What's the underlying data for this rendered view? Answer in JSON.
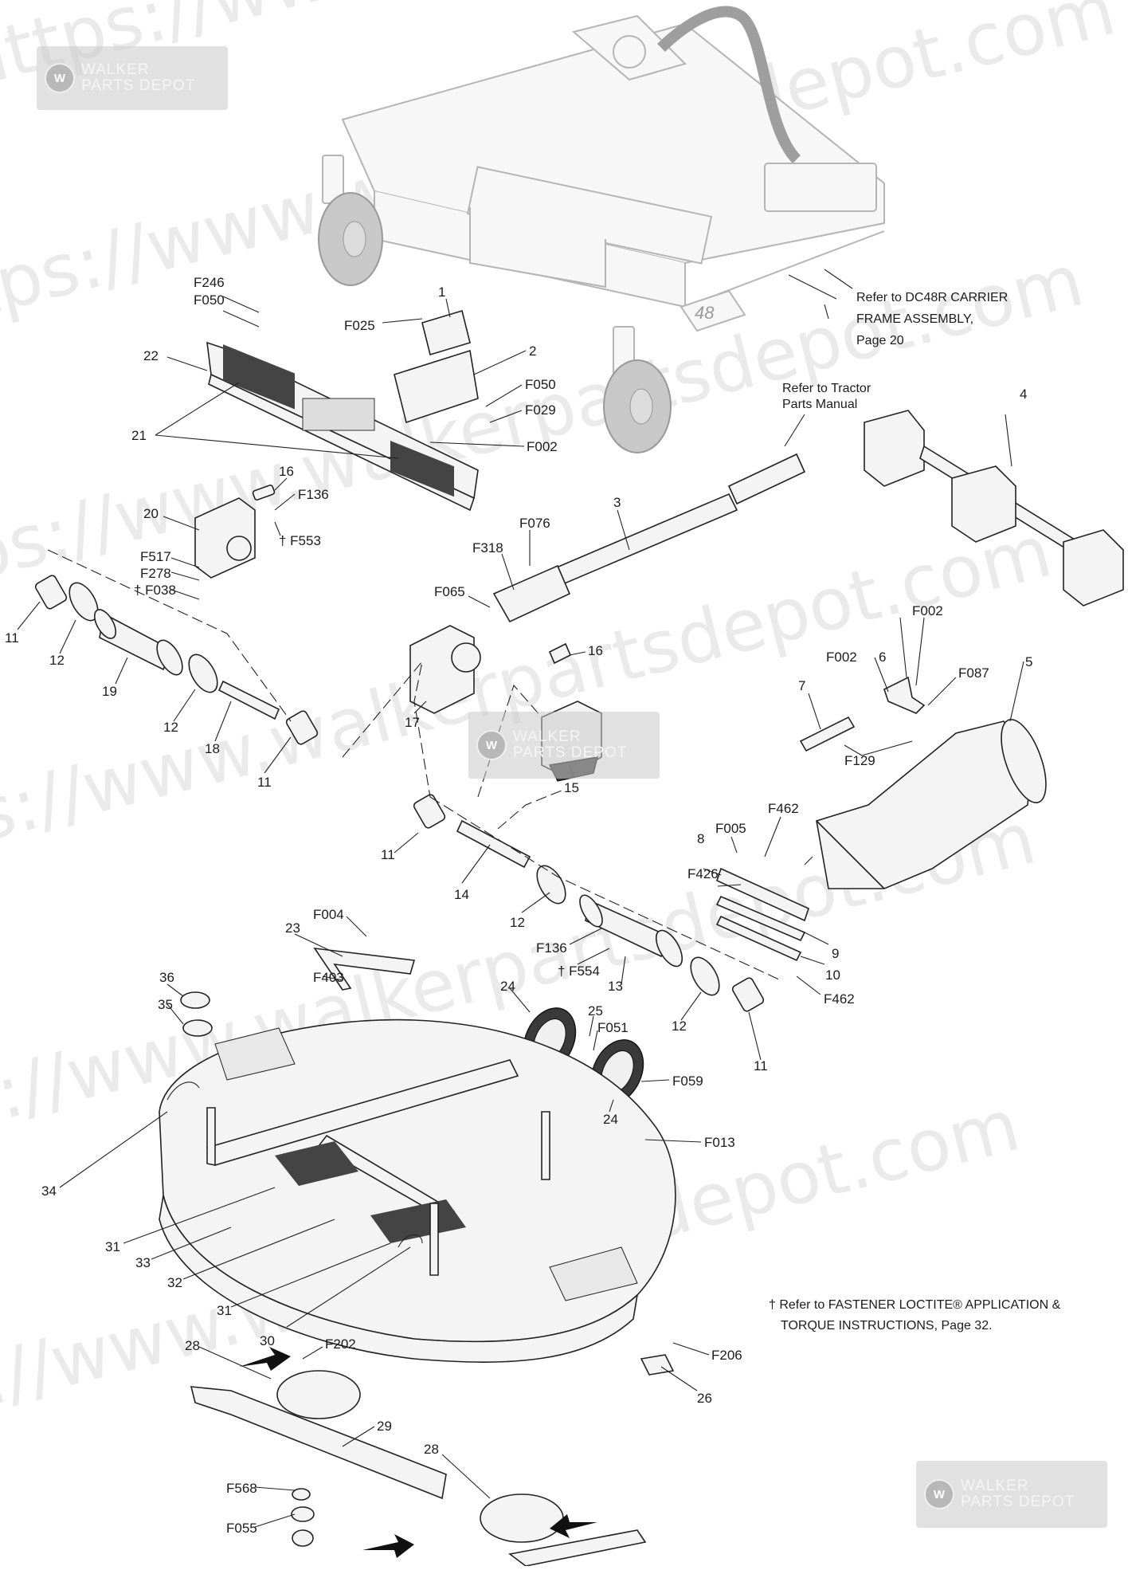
{
  "watermark": {
    "url_text": "https://www.walkerpartsdepot.com",
    "badge_line1": "WALKER",
    "badge_line2": "PARTS DEPOT"
  },
  "notes": {
    "carrier_frame": [
      "Refer to DC48R CARRIER",
      "FRAME ASSEMBLY,",
      "Page 20"
    ],
    "tractor": [
      "Refer to Tractor",
      "Parts Manual"
    ],
    "loctite": [
      "† Refer to FASTENER LOCTITE® APPLICATION &",
      "TORQUE INSTRUCTIONS, Page 32."
    ]
  },
  "frame_badge": "48",
  "callouts": [
    {
      "id": "c1",
      "text": "F246"
    },
    {
      "id": "c2",
      "text": "F050"
    },
    {
      "id": "c3",
      "text": "1"
    },
    {
      "id": "c4",
      "text": "F025"
    },
    {
      "id": "c5",
      "text": "22"
    },
    {
      "id": "c6",
      "text": "2"
    },
    {
      "id": "c7",
      "text": "F050"
    },
    {
      "id": "c8",
      "text": "F029"
    },
    {
      "id": "c9",
      "text": "F002"
    },
    {
      "id": "c10",
      "text": "21"
    },
    {
      "id": "c11",
      "text": "4"
    },
    {
      "id": "c12",
      "text": "16"
    },
    {
      "id": "c13",
      "text": "F136"
    },
    {
      "id": "c14",
      "text": "20"
    },
    {
      "id": "c15",
      "text": "† F553"
    },
    {
      "id": "c16",
      "text": "3"
    },
    {
      "id": "c17",
      "text": "F076"
    },
    {
      "id": "c18",
      "text": "F318"
    },
    {
      "id": "c19",
      "text": "F517"
    },
    {
      "id": "c20",
      "text": "F278"
    },
    {
      "id": "c21",
      "text": "† F038"
    },
    {
      "id": "c22",
      "text": "F065"
    },
    {
      "id": "c23",
      "text": "11"
    },
    {
      "id": "c24",
      "text": "12"
    },
    {
      "id": "c25",
      "text": "19"
    },
    {
      "id": "c26",
      "text": "12"
    },
    {
      "id": "c27",
      "text": "18"
    },
    {
      "id": "c28",
      "text": "11"
    },
    {
      "id": "c29",
      "text": "17"
    },
    {
      "id": "c30",
      "text": "16"
    },
    {
      "id": "c31",
      "text": "F002"
    },
    {
      "id": "c32",
      "text": "6"
    },
    {
      "id": "c33",
      "text": "F002"
    },
    {
      "id": "c34",
      "text": "F087"
    },
    {
      "id": "c35",
      "text": "5"
    },
    {
      "id": "c36",
      "text": "7"
    },
    {
      "id": "c37",
      "text": "F129"
    },
    {
      "id": "c38",
      "text": "15"
    },
    {
      "id": "c39",
      "text": "F462"
    },
    {
      "id": "c40",
      "text": "F005"
    },
    {
      "id": "c41",
      "text": "8"
    },
    {
      "id": "c42",
      "text": "F426"
    },
    {
      "id": "c43",
      "text": "11"
    },
    {
      "id": "c44",
      "text": "14"
    },
    {
      "id": "c45",
      "text": "12"
    },
    {
      "id": "c46",
      "text": "F136"
    },
    {
      "id": "c47",
      "text": "† F554"
    },
    {
      "id": "c48",
      "text": "13"
    },
    {
      "id": "c49",
      "text": "9"
    },
    {
      "id": "c50",
      "text": "10"
    },
    {
      "id": "c51",
      "text": "F462"
    },
    {
      "id": "c52",
      "text": "F004"
    },
    {
      "id": "c53",
      "text": "23"
    },
    {
      "id": "c54",
      "text": "F403"
    },
    {
      "id": "c55",
      "text": "36"
    },
    {
      "id": "c56",
      "text": "35"
    },
    {
      "id": "c57",
      "text": "24"
    },
    {
      "id": "c58",
      "text": "25"
    },
    {
      "id": "c59",
      "text": "F051"
    },
    {
      "id": "c60",
      "text": "12"
    },
    {
      "id": "c61",
      "text": "11"
    },
    {
      "id": "c62",
      "text": "F059"
    },
    {
      "id": "c63",
      "text": "24"
    },
    {
      "id": "c64",
      "text": "F013"
    },
    {
      "id": "c65",
      "text": "34"
    },
    {
      "id": "c66",
      "text": "31"
    },
    {
      "id": "c67",
      "text": "33"
    },
    {
      "id": "c68",
      "text": "32"
    },
    {
      "id": "c69",
      "text": "31"
    },
    {
      "id": "c70",
      "text": "30"
    },
    {
      "id": "c71",
      "text": "28"
    },
    {
      "id": "c72",
      "text": "F202"
    },
    {
      "id": "c73",
      "text": "F206"
    },
    {
      "id": "c74",
      "text": "26"
    },
    {
      "id": "c75",
      "text": "29"
    },
    {
      "id": "c76",
      "text": "28"
    },
    {
      "id": "c77",
      "text": "F568"
    },
    {
      "id": "c78",
      "text": "F055"
    }
  ]
}
